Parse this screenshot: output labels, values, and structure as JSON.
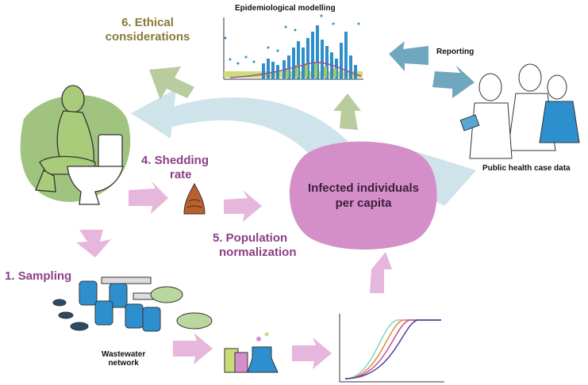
{
  "labels": {
    "ethical": "6. Ethical\nconsiderations",
    "ethical_line1": "6. Ethical",
    "ethical_line2": "considerations",
    "epi_title": "Epidemiological modelling",
    "reporting": "Reporting",
    "public_health": "Public health case data",
    "shedding_line1": "4. Shedding",
    "shedding_line2": "rate",
    "infected_line1": "Infected individuals",
    "infected_line2": "per capita",
    "population_line1": "5. Population",
    "population_line2": "normalization",
    "sampling": "1. Sampling",
    "wastewater_line1": "Wastewater",
    "wastewater_line2": "network"
  },
  "colors": {
    "olive": "#8a7a3a",
    "purple": "#8a3f86",
    "blob_pink": "#d58fc8",
    "arrow_pink": "#e6b6dc",
    "arrow_sage": "#b9cc9e",
    "arrow_blue": "#6fa7bf",
    "flow_lightblue": "#cfe3ea",
    "person_green": "#a9cc7a",
    "bg_green": "#8fb86a"
  },
  "icons": {
    "person": "person-on-toilet-icon",
    "stool": "stool-icon",
    "network": "wastewater-network-icon",
    "lab": "lab-flasks-icon",
    "qpcr": "qpcr-curves-icon",
    "doctors": "health-workers-icon"
  }
}
